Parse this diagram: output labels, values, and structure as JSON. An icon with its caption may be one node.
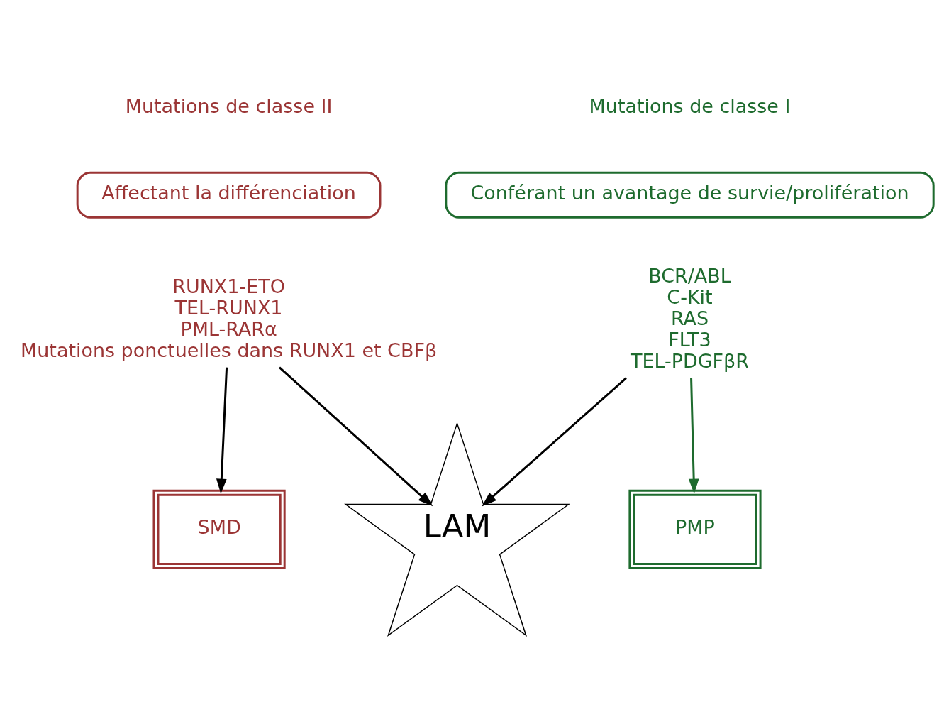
{
  "diagram": {
    "nodes": [
      {
        "text": [
          "Conférant un avantage de survie/prolifération"
        ]
      },
      {
        "text": [
          "Affectant la différenciation"
        ]
      },
      {
        "text": [
          "BCR/ABL",
          "C-Kit",
          "RAS",
          "FLT3",
          "TEL-PDGFβR"
        ]
      },
      {
        "text": [
          "RUNX1-ETO",
          "TEL-RUNX1",
          "PML-RARα",
          "Mutations ponctuelles dans RUNX1 et CBFβ"
        ]
      },
      {
        "text": [
          "PMP"
        ]
      },
      {
        "text": [
          "LAM"
        ]
      },
      {
        "text": [
          "SMD"
        ]
      }
    ],
    "edges": [
      {
        "from": 2,
        "to": 4,
        "arrow": "to",
        "color": "#1e6b2e"
      },
      {
        "from": 2,
        "to": 5,
        "arrow": "to"
      },
      {
        "from": 3,
        "to": 5,
        "arrow": "to"
      },
      {
        "from": 3,
        "to": 6,
        "arrow": "to"
      }
    ],
    "labels": [
      "Mutations de classe I",
      "Mutations de classe II"
    ]
  }
}
